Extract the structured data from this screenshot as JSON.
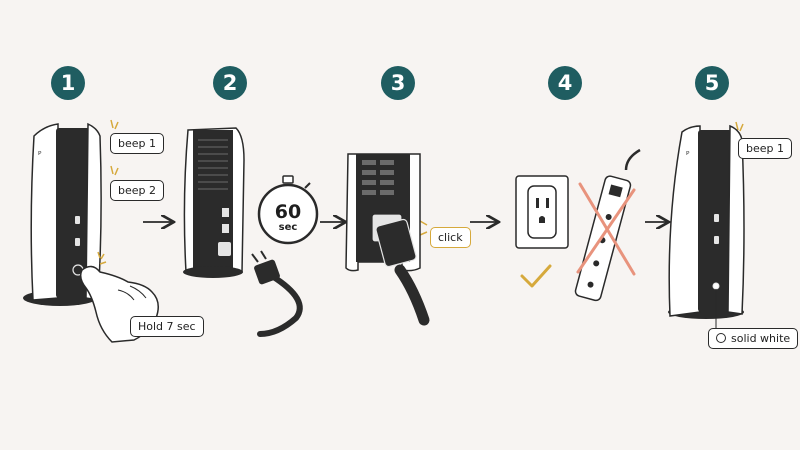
{
  "steps": [
    {
      "number": "1",
      "labels": {
        "beep_1": "beep 1",
        "beep_2": "beep 2",
        "hold": "Hold 7 sec"
      }
    },
    {
      "number": "2",
      "timer": {
        "value": "60",
        "unit": "sec"
      }
    },
    {
      "number": "3",
      "labels": {
        "click": "click"
      }
    },
    {
      "number": "4"
    },
    {
      "number": "5",
      "labels": {
        "beep_1": "beep 1",
        "status": "solid white"
      }
    }
  ],
  "colors": {
    "step_badge": "#1f5d61",
    "accent_sound": "#d6a93c",
    "check": "#d6a93c",
    "cross": "#e8937d",
    "console_black": "#2b2b2b"
  },
  "icons": [
    "console-icon",
    "hand-icon",
    "stopwatch-icon",
    "power-cord-icon",
    "wall-outlet-icon",
    "power-strip-icon",
    "check-icon",
    "cross-icon",
    "arrow-right-icon"
  ]
}
